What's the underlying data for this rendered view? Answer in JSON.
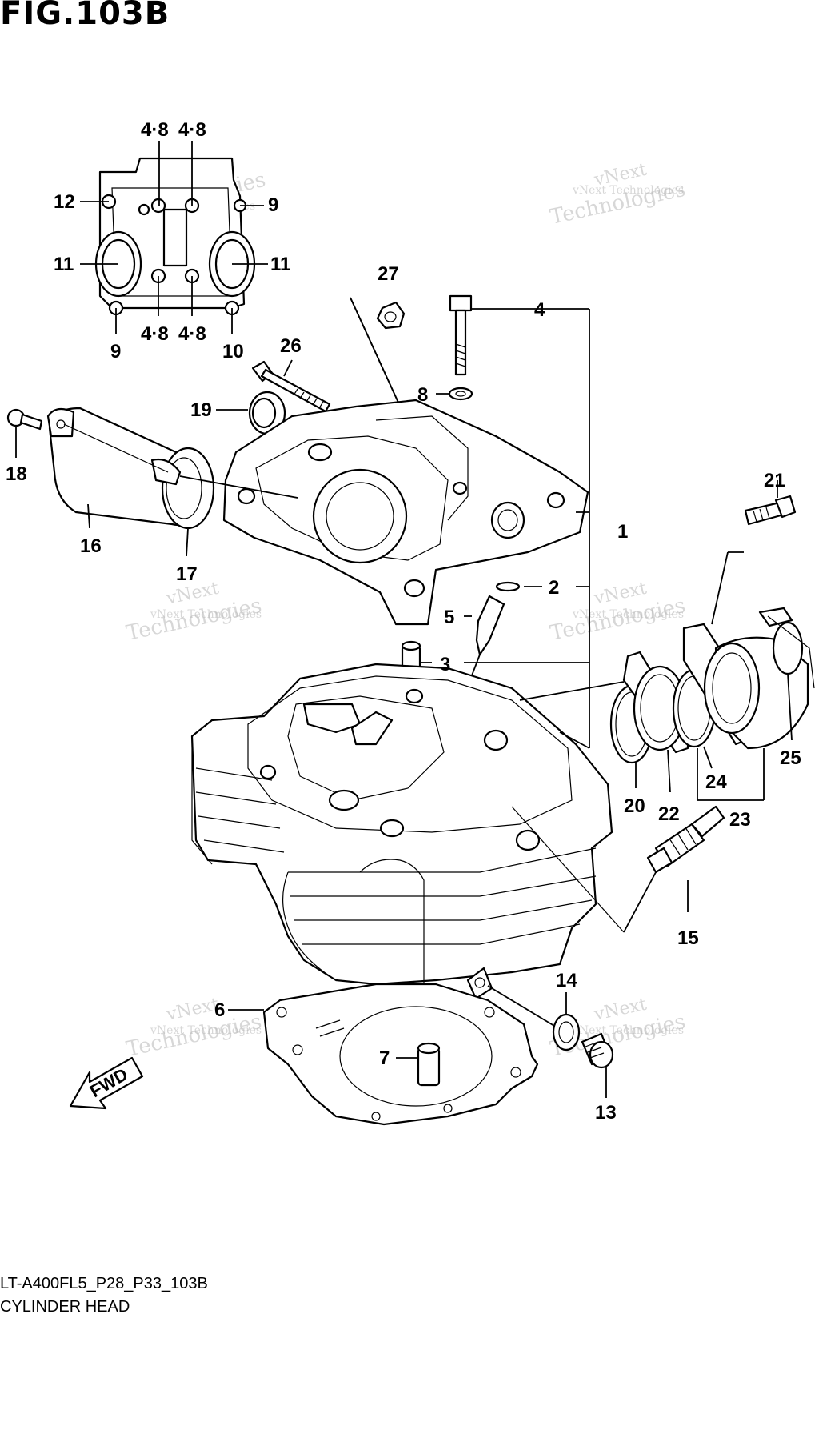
{
  "figure": {
    "title": "FIG.103B",
    "part_code": "LT-A400FL5_P28_P33_103B",
    "part_name": "CYLINDER HEAD"
  },
  "watermark": {
    "line1": "vNext",
    "line2": "Technologies",
    "small": "vNext Technologies"
  },
  "fwd_label": "FWD",
  "callouts": {
    "c48a": "4·8",
    "c48b": "4·8",
    "c48c": "4·8",
    "c48d": "4·8",
    "c12": "12",
    "c9a": "9",
    "c11a": "11",
    "c11b": "11",
    "c9b": "9",
    "c10": "10",
    "c27": "27",
    "c4": "4",
    "c8": "8",
    "c26": "26",
    "c19": "19",
    "c18": "18",
    "c16": "16",
    "c17": "17",
    "c1": "1",
    "c21": "21",
    "c2": "2",
    "c5": "5",
    "c3": "3",
    "c20": "20",
    "c22": "22",
    "c24": "24",
    "c23": "23",
    "c25": "25",
    "c15": "15",
    "c14": "14",
    "c6": "6",
    "c7": "7",
    "c13": "13"
  }
}
